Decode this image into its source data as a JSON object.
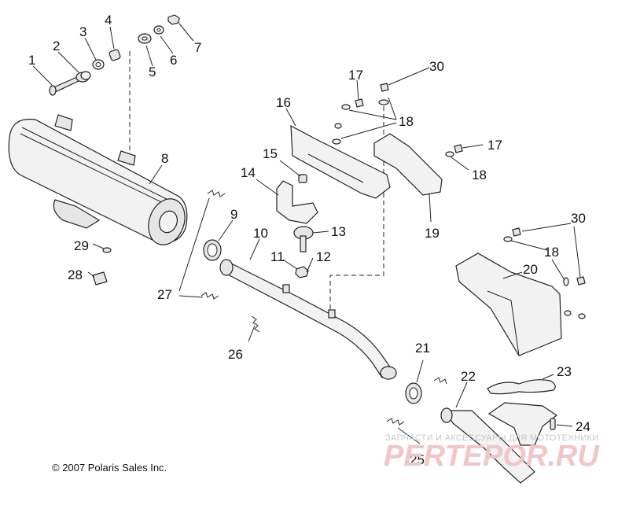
{
  "callouts": [
    "1",
    "2",
    "3",
    "4",
    "5",
    "6",
    "7",
    "8",
    "9",
    "10",
    "11",
    "12",
    "13",
    "14",
    "15",
    "16",
    "17",
    "18",
    "19",
    "20",
    "21",
    "22",
    "23",
    "24",
    "25",
    "26",
    "27",
    "28",
    "29",
    "30"
  ],
  "copyright": "© 2007 Polaris Sales Inc.",
  "watermark": {
    "caption": "ЗАПЧАСТИ И АКСЕССУАРЫ ДЛЯ МОТОТЕХНИКИ",
    "brand": "PERTEPOR.RU"
  }
}
